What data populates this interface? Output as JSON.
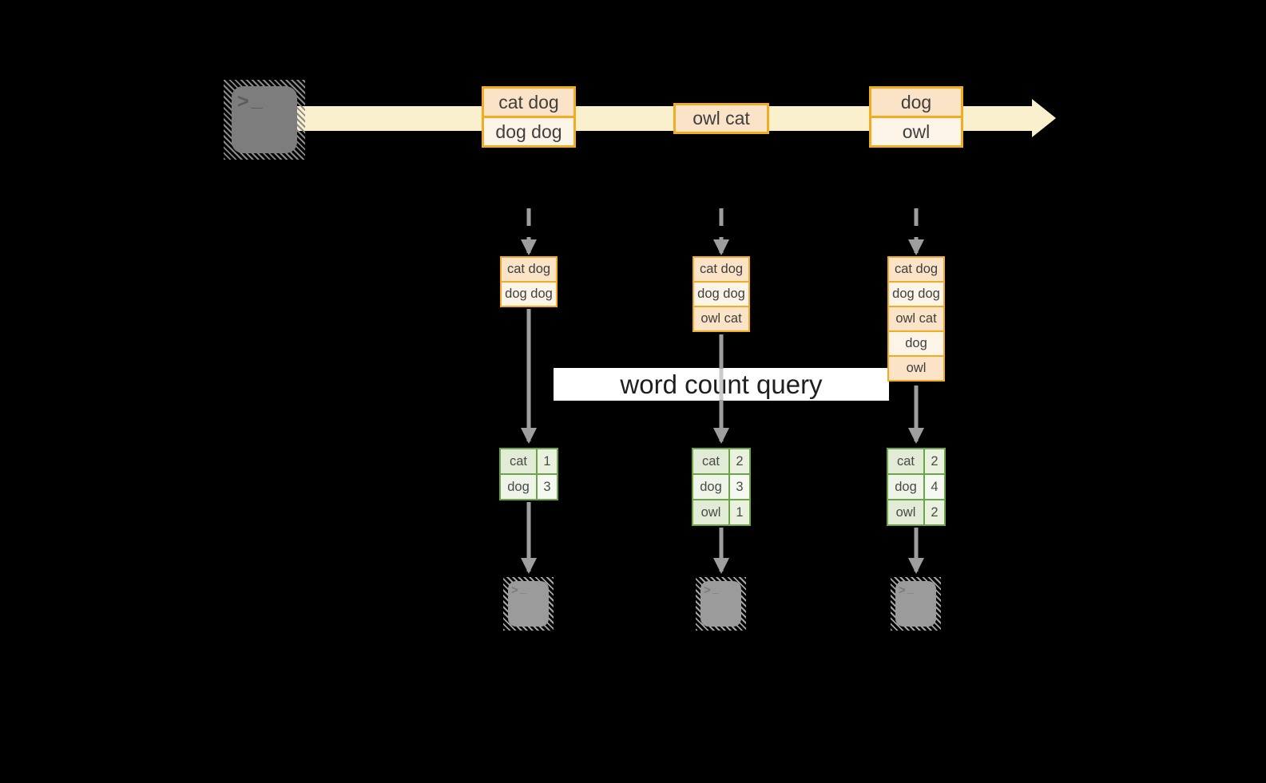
{
  "title_label": "word count query",
  "colors": {
    "background": "#000000",
    "stream_band": "#FBF0CE",
    "orange_border": "#F2AC21",
    "orange_fill_dark": "#FAE3C6",
    "orange_fill_light": "#FDF4E8",
    "green_border": "#6BA547",
    "green_fill_dark": "#E2EBD6",
    "green_fill_light": "#EFF4E9",
    "arrow_gray": "#9E9E9E",
    "text_dark": "#3F3F3F",
    "query_bar_bg": "#FFFFFF"
  },
  "icons": {
    "source_terminal": "terminal-icon",
    "sink_terminal": "terminal-icon",
    "prompt": ">",
    "cursor": "_"
  },
  "stream_batches": [
    {
      "lines": [
        "cat dog",
        "dog dog"
      ]
    },
    {
      "lines": [
        "owl cat"
      ]
    },
    {
      "lines": [
        "dog",
        "owl"
      ]
    }
  ],
  "pipelines": [
    {
      "buffer": [
        "cat dog",
        "dog dog"
      ],
      "counts": [
        {
          "word": "cat",
          "count": "1"
        },
        {
          "word": "dog",
          "count": "3"
        }
      ]
    },
    {
      "buffer": [
        "cat dog",
        "dog dog",
        "owl cat"
      ],
      "counts": [
        {
          "word": "cat",
          "count": "2"
        },
        {
          "word": "dog",
          "count": "3"
        },
        {
          "word": "owl",
          "count": "1"
        }
      ]
    },
    {
      "buffer": [
        "cat dog",
        "dog dog",
        "owl cat",
        "dog",
        "owl"
      ],
      "counts": [
        {
          "word": "cat",
          "count": "2"
        },
        {
          "word": "dog",
          "count": "4"
        },
        {
          "word": "owl",
          "count": "2"
        }
      ]
    }
  ]
}
